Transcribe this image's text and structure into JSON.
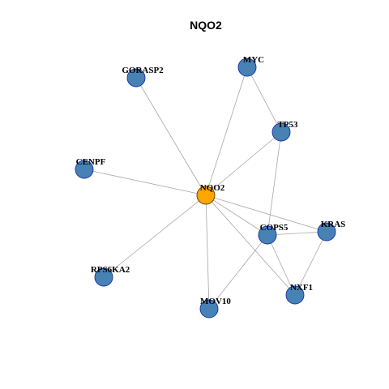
{
  "title": "NQO2",
  "colors": {
    "center_fill": "#FFA500",
    "center_stroke": "#5a3a00",
    "node_fill": "#4682B4",
    "node_stroke": "#1a2fa8",
    "edge": "#a6a6a6"
  },
  "nodes": [
    {
      "id": "NQO2",
      "label": "NQO2",
      "center": true
    },
    {
      "id": "MYC",
      "label": "MYC"
    },
    {
      "id": "GORASP2",
      "label": "GORASP2"
    },
    {
      "id": "TP53",
      "label": "TP53"
    },
    {
      "id": "CENPF",
      "label": "CENPF"
    },
    {
      "id": "KRAS",
      "label": "KRAS"
    },
    {
      "id": "COPS5",
      "label": "COPS5"
    },
    {
      "id": "RPS6KA2",
      "label": "RPS6KA2"
    },
    {
      "id": "NXF1",
      "label": "NXF1"
    },
    {
      "id": "MOV10",
      "label": "MOV10"
    }
  ],
  "edges": [
    [
      "NQO2",
      "GORASP2"
    ],
    [
      "NQO2",
      "MYC"
    ],
    [
      "NQO2",
      "TP53"
    ],
    [
      "NQO2",
      "CENPF"
    ],
    [
      "NQO2",
      "RPS6KA2"
    ],
    [
      "NQO2",
      "MOV10"
    ],
    [
      "NQO2",
      "COPS5"
    ],
    [
      "NQO2",
      "KRAS"
    ],
    [
      "NQO2",
      "NXF1"
    ],
    [
      "MYC",
      "TP53"
    ],
    [
      "TP53",
      "COPS5"
    ],
    [
      "COPS5",
      "KRAS"
    ],
    [
      "COPS5",
      "MOV10"
    ],
    [
      "COPS5",
      "NXF1"
    ],
    [
      "KRAS",
      "NXF1"
    ]
  ]
}
